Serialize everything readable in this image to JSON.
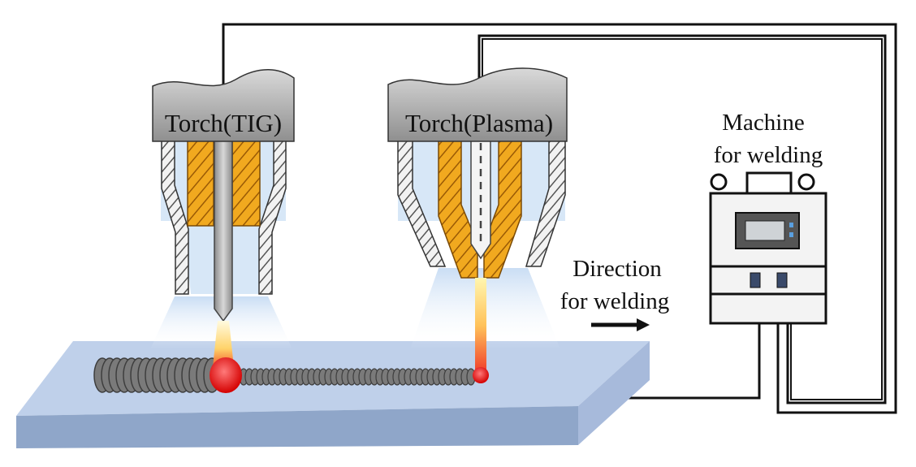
{
  "torch_tig": {
    "label": "Torch(TIG)"
  },
  "torch_plasma": {
    "label": "Torch(Plasma)"
  },
  "machine": {
    "label_line1": "Machine",
    "label_line2": "for welding"
  },
  "direction": {
    "label_line1": "Direction",
    "label_line2": "for welding"
  },
  "colors": {
    "workpiece_top": "#bfd0ea",
    "workpiece_front": "#8fa6c9",
    "torch_body": "#b5b5b5",
    "insulator": "#e8a423",
    "nozzle": "#d6d6d6",
    "gas_shield": "#d7e7f7",
    "weld_pool": "#ee1c1c",
    "bead": "#6d6d6d",
    "arc": "#fff2a8"
  }
}
